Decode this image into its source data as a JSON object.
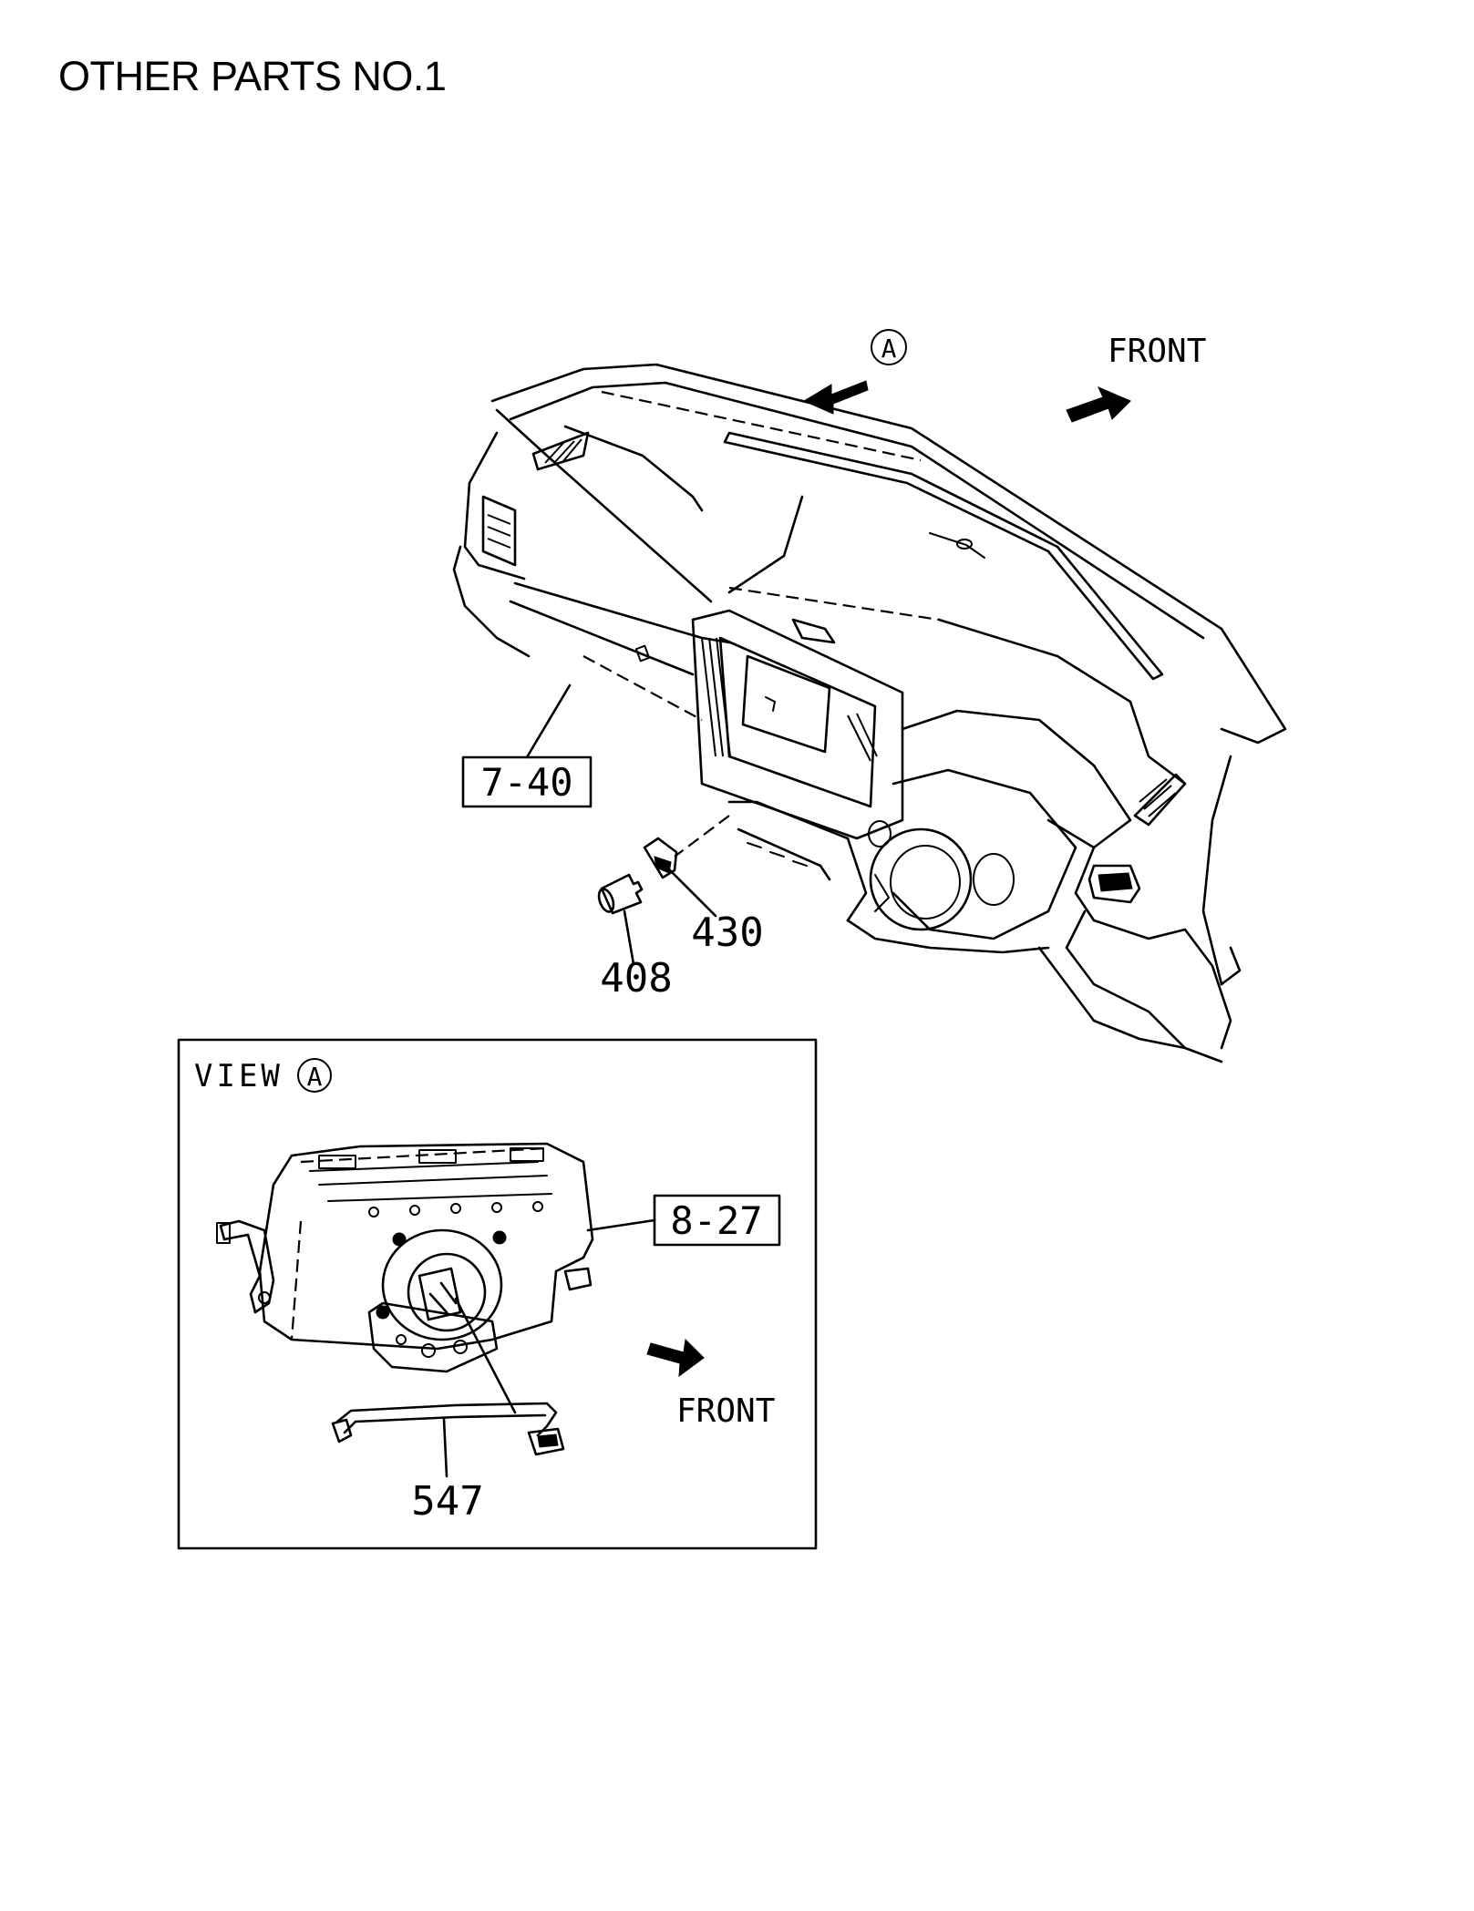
{
  "title": "OTHER PARTS NO.1",
  "view_marker": "A",
  "front_label_top": "FRONT",
  "ref_box_main": "7-40",
  "part_430": "430",
  "part_408": "408",
  "inset": {
    "view_text": "VIEW",
    "view_marker": "A",
    "ref_box": "8-27",
    "front_label": "FRONT",
    "part_547": "547"
  }
}
